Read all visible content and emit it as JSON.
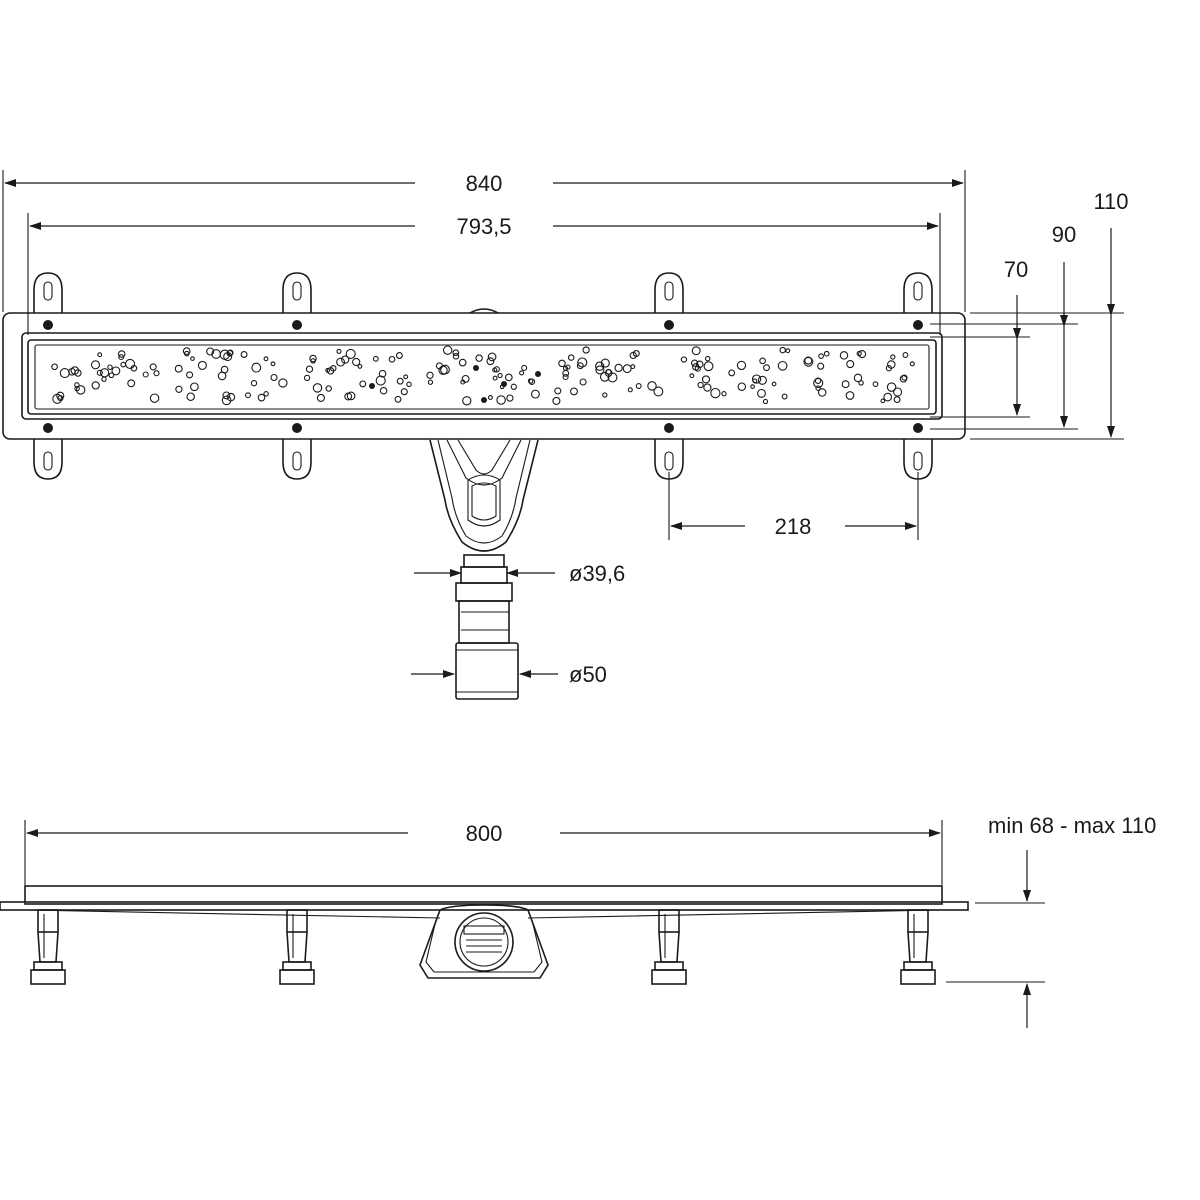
{
  "top_view": {
    "overall_length": "840",
    "inner_length": "793,5",
    "grate_height": "70",
    "channel_height": "90",
    "flange_height": "110",
    "foot_spacing": "218",
    "outlet_inner_diameter": "ø39,6",
    "outlet_outer_diameter": "ø50"
  },
  "side_view": {
    "length": "800",
    "height_range": "min 68 - max 110"
  }
}
